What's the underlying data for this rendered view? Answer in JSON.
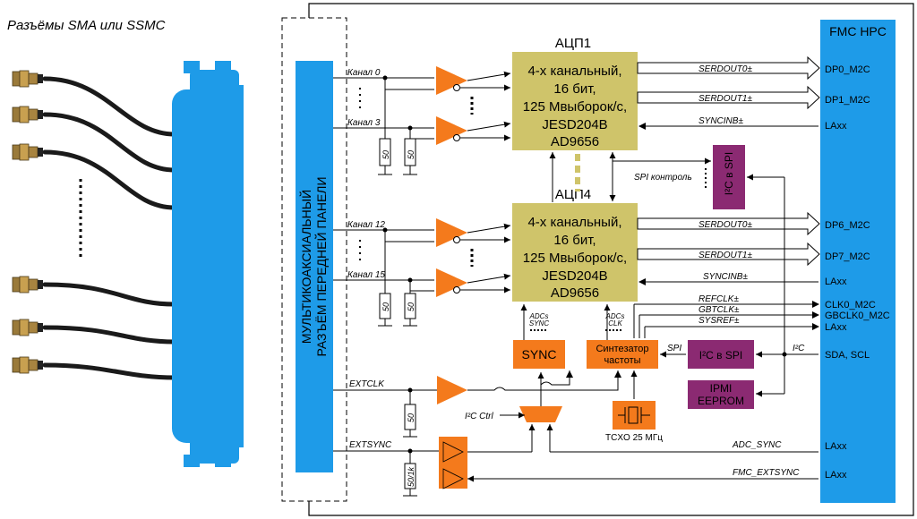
{
  "title": "Разъёмы SMA или SSMC",
  "connector": {
    "label_line1": "МУЛЬТИКОАКСИАЛЬНЫЙ",
    "label_line2": "РАЗЪЁМ ПЕРЕДНЕЙ ПАНЕЛИ"
  },
  "fmc": {
    "title": "FMC  HPC",
    "ports": [
      "DP0_M2C",
      "DP1_M2C",
      "LAxx",
      "DP6_M2C",
      "DP7_M2C",
      "LAxx",
      "CLK0_M2C",
      "GBCLK0_M2C",
      "LAxx",
      "SDA, SCL",
      "LAxx",
      "LAxx"
    ]
  },
  "adc1": {
    "label": "АЦП1",
    "lines": [
      "4-х канальный,",
      "16 бит,",
      "125 Мвыборок/с,",
      "JESD204B",
      "AD9656"
    ]
  },
  "adc4": {
    "label": "АЦП4",
    "lines": [
      "4-х канальный,",
      "16 бит,",
      "125 Мвыборок/с,",
      "JESD204B",
      "AD9656"
    ]
  },
  "channels": {
    "ch0": "Канал 0",
    "ch3": "Канал 3",
    "ch12": "Канал 12",
    "ch15": "Канал 15",
    "extclk": "EXTCLK",
    "extsync": "EXTSYNC"
  },
  "resistors": [
    "50",
    "50",
    "50",
    "50",
    "50",
    "50/1k"
  ],
  "signals": {
    "serdout0_a": "SERDOUT0±",
    "serdout1_a": "SERDOUT1±",
    "syncinb_a": "SYNCINB±",
    "serdout0_b": "SERDOUT0±",
    "serdout1_b": "SERDOUT1±",
    "syncinb_b": "SYNCINB±",
    "refclk": "REFCLK±",
    "gbtclk": "GBTCLK±",
    "sysref": "SYSREF±",
    "spi_control": "SPI контроль",
    "spi": "SPI",
    "i2c": "I²C",
    "i2c_ctrl": "I²C Ctrl",
    "adc_sync": "ADC_SYNC",
    "fmc_extsync": "FMC_EXTSYNC",
    "adcs_sync_1": "ADCs",
    "adcs_sync_2": "SYNC",
    "adcs_clk_1": "ADCs",
    "adcs_clk_2": "CLK"
  },
  "blocks": {
    "i2c_spi_v": "I²C в SPI",
    "i2c_spi_h": "I²C в SPI",
    "sync": "SYNC",
    "synth_1": "Синтезатор",
    "synth_2": "частоты",
    "ipmi_1": "IPMI",
    "ipmi_2": "EEPROM",
    "tcxo": "TCXO 25 МГц"
  },
  "colors": {
    "fmc_blue": "#1e9be8",
    "adc_khaki": "#cfc46a",
    "amp_orange": "#f47a1c",
    "purple": "#8b2a72",
    "cable": "#1a1a1a"
  }
}
